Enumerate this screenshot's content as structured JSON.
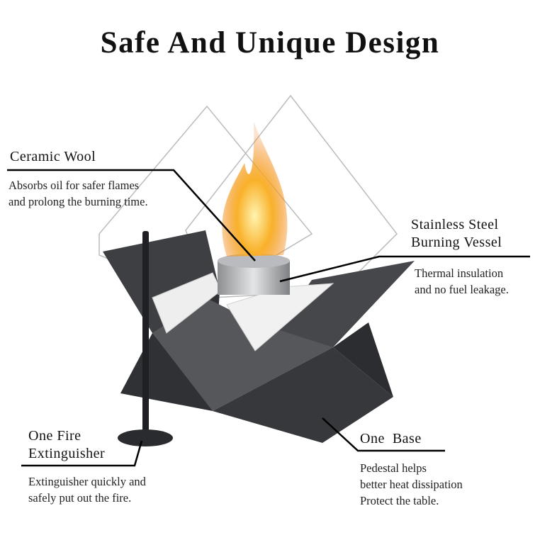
{
  "title": "Safe And Unique Design",
  "callouts": {
    "ceramic_wool": {
      "heading": "Ceramic Wool",
      "lines": [
        "Absorbs oil for safer flames",
        "and prolong the burning time."
      ]
    },
    "vessel": {
      "heading_lines": [
        "Stainless Steel",
        "Burning Vessel"
      ],
      "lines": [
        "Thermal insulation",
        "and no fuel leakage."
      ]
    },
    "extinguisher": {
      "heading_lines": [
        "One Fire",
        "Extinguisher"
      ],
      "lines": [
        "Extinguisher quickly and",
        "safely put out the fire."
      ]
    },
    "base": {
      "heading": "One  Base",
      "lines": [
        "Pedestal helps",
        "better heat dissipation",
        "Protect the table."
      ]
    }
  },
  "colors": {
    "metal": "#3d3f43",
    "flame": "#f7a21b",
    "text": "#111111"
  }
}
